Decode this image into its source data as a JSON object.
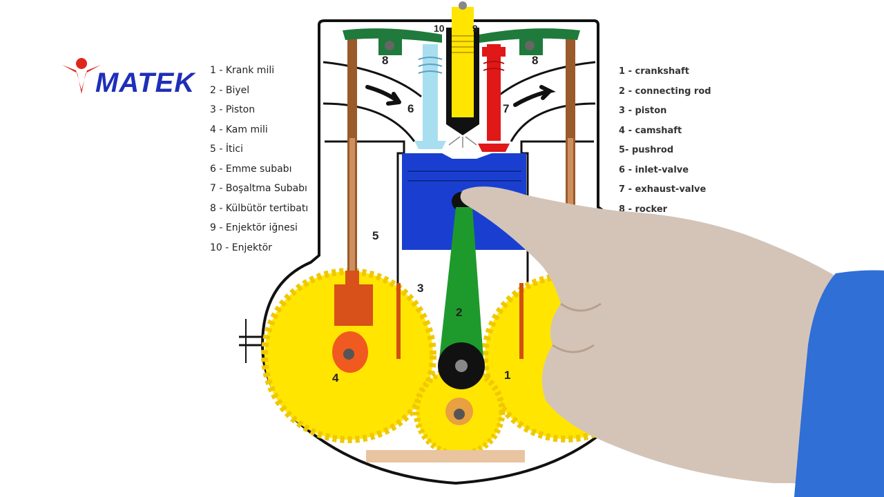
{
  "brand": {
    "name": "MATEK",
    "colors": {
      "text": "#1e2fb8",
      "figure": "#e0261c"
    }
  },
  "legend_tr": [
    "1 - Krank mili",
    "2 - Biyel",
    "3 - Piston",
    "4 - Kam mili",
    "5 - İtici",
    "6 - Emme subabı",
    "7 - Boşaltma Subabı",
    "8 - Külbütör tertibatı",
    "9 - Enjektör iğnesi",
    "10 - Enjektör"
  ],
  "legend_en": [
    "1 - crankshaft",
    "2 - connecting rod",
    "3 - piston",
    "4 - camshaft",
    "5-  pushrod",
    "6 - inlet-valve",
    "7 - exhaust-valve",
    "8 - rocker"
  ],
  "callouts": {
    "n1": "1",
    "n2": "2",
    "n3": "3",
    "n4": "4",
    "n5": "5",
    "n6": "6",
    "n7": "7",
    "n8a": "8",
    "n8b": "8",
    "n9": "9",
    "n10": "10"
  },
  "part_colors": {
    "piston": "#1a3fd0",
    "connecting_rod": "#1e9a2c",
    "gears": "#ffe500",
    "inlet_valve": "#a8dff0",
    "exhaust_valve": "#e01818",
    "injector": "#ffe500",
    "rocker": "#1f7a3c",
    "pushrod": "#9a5a2a",
    "cam_follower": "#d8501a",
    "sleeve": "#2a5cd8"
  }
}
